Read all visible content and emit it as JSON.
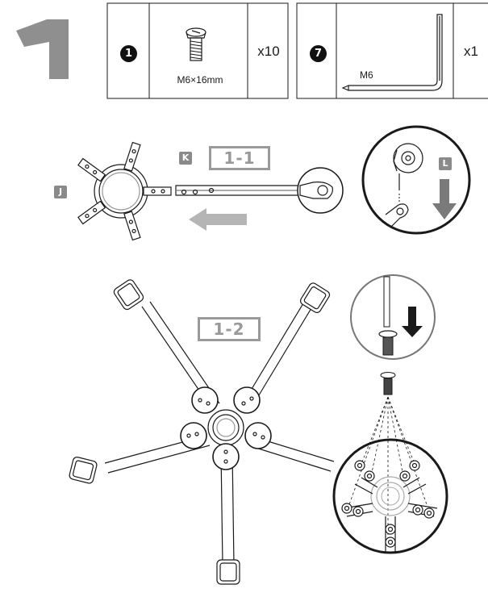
{
  "step": {
    "number": "1"
  },
  "parts": [
    {
      "index": "1",
      "size": "M6×16mm",
      "quantity": "x10",
      "icon": "screw-icon"
    },
    {
      "index": "7",
      "size": "M6",
      "quantity": "x1",
      "icon": "allen-key-icon"
    }
  ],
  "substeps": {
    "first": "1-1",
    "second": "1-2"
  },
  "part_labels": {
    "base": "J",
    "leg": "K",
    "caster": "L"
  },
  "colors": {
    "line": "#1a1a1a",
    "accent_grey": "#9a9a9a",
    "arrow_grey": "#b5b5b5"
  }
}
